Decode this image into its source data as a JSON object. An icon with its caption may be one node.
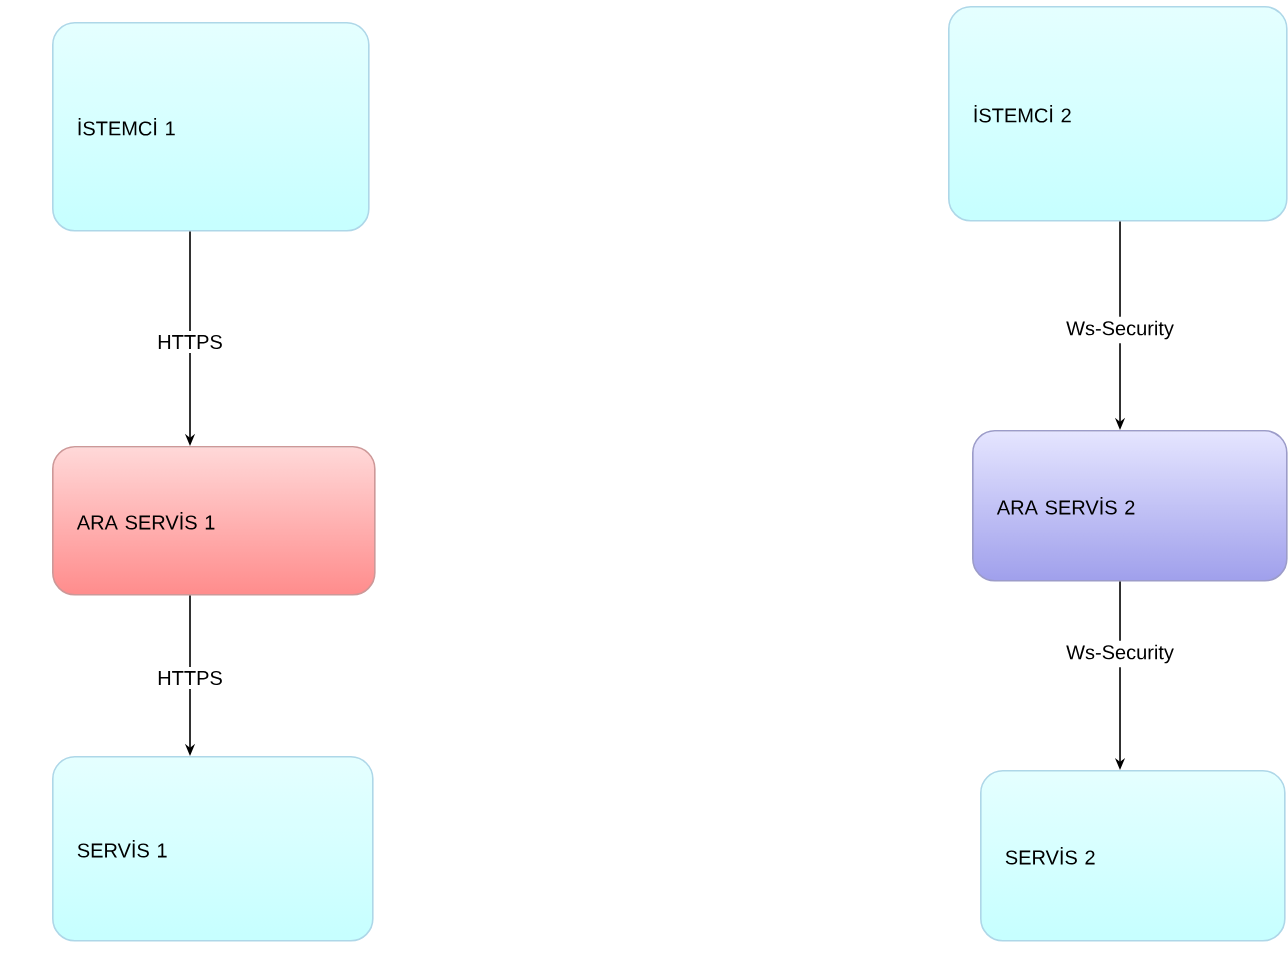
{
  "diagram": {
    "nodes": [
      {
        "text": [
          "İSTEMCİ 1"
        ]
      },
      {
        "text": [
          "ARA SERVİS 1"
        ]
      },
      {
        "text": [
          "SERVİS 1"
        ]
      },
      {
        "text": [
          "İSTEMCİ 2"
        ]
      },
      {
        "text": [
          "ARA SERVİS 2"
        ]
      },
      {
        "text": [
          "SERVİS 2"
        ]
      }
    ],
    "edges": [
      {
        "from": 0,
        "to": 1,
        "arrow": "to",
        "label": "HTTPS"
      },
      {
        "from": 1,
        "to": 2,
        "arrow": "to",
        "label": "HTTPS"
      },
      {
        "from": 3,
        "to": 4,
        "arrow": "to",
        "label": "Ws-Security"
      },
      {
        "from": 4,
        "to": 5,
        "arrow": "to",
        "label": "Ws-Security"
      }
    ]
  }
}
